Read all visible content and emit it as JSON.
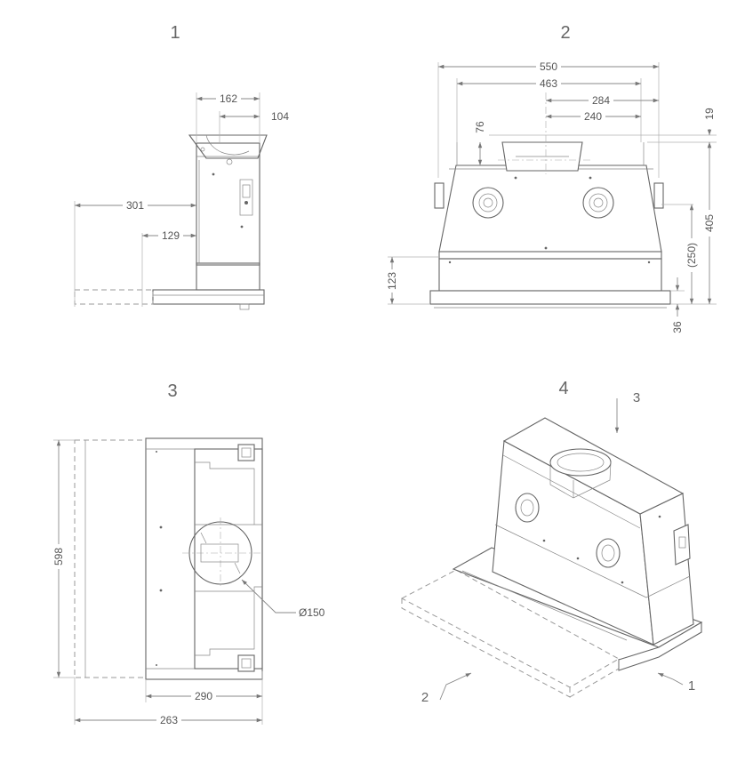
{
  "views": [
    {
      "label": "1"
    },
    {
      "label": "2"
    },
    {
      "label": "3"
    },
    {
      "label": "4"
    }
  ],
  "view1": {
    "dims": [
      "162",
      "104",
      "301",
      "129"
    ]
  },
  "view2": {
    "dims": [
      "550",
      "463",
      "284",
      "240",
      "76",
      "19",
      "405",
      "(250)",
      "123",
      "36"
    ]
  },
  "view3": {
    "dims": [
      "598",
      "290",
      "263",
      "Ø150"
    ]
  },
  "view4": {
    "callouts": [
      "3",
      "2",
      "1"
    ]
  }
}
